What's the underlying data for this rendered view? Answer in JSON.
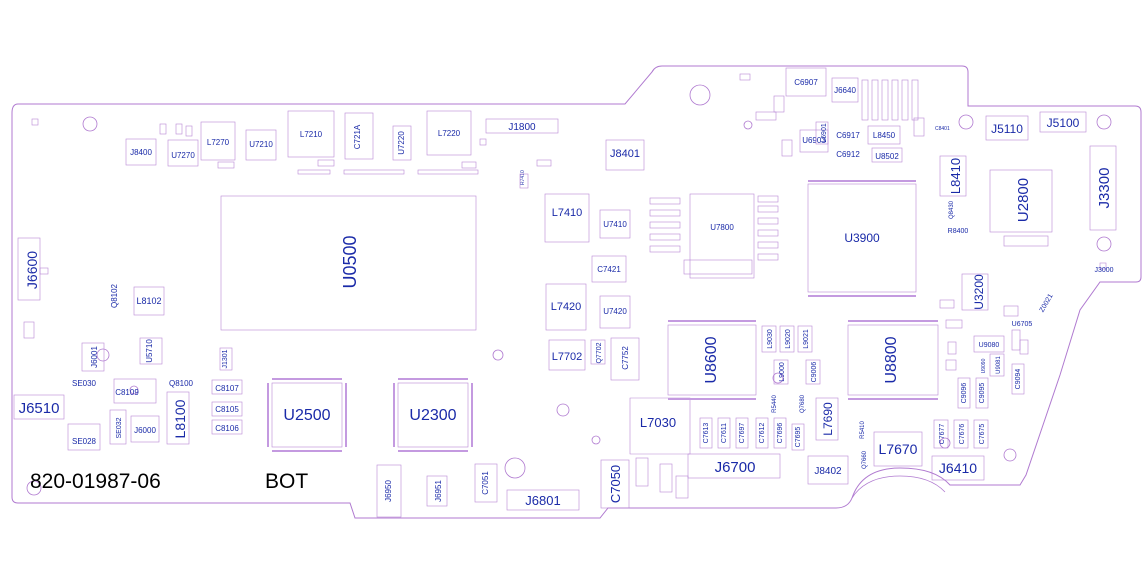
{
  "board_part_number": "820-01987-06",
  "board_side": "BOT",
  "components": {
    "J6600": "J6600",
    "L8102": "L8102",
    "Q8102": "Q8102",
    "J6001": "J6001",
    "U5710": "U5710",
    "SE030": "SE030",
    "C8109": "C8109",
    "Q8100": "Q8100",
    "J1301": "J1301",
    "J6510": "J6510",
    "SE032": "SE032",
    "J6000": "J6000",
    "L8100": "L8100",
    "C8107": "C8107",
    "C8105": "C8105",
    "C8106": "C8106",
    "SE028": "SE028",
    "J8400": "J8400",
    "U7270": "U7270",
    "L7270": "L7270",
    "U7210": "U7210",
    "L7210": "L7210",
    "C721A": "C721A",
    "U7220": "U7220",
    "L7220": "L7220",
    "J1800": "J1800",
    "J8401": "J8401",
    "U0500": "U0500",
    "U2500": "U2500",
    "U2300": "U2300",
    "J6950": "J6950",
    "J6951": "J6951",
    "C7051": "C7051",
    "J6801": "J6801",
    "L7410": "L7410",
    "U7410": "U7410",
    "C7421": "C7421",
    "L7420": "L7420",
    "U7420": "U7420",
    "L7702": "L7702",
    "Q7702": "Q7702",
    "C7752": "C7752",
    "C7050": "C7050",
    "L7030": "L7030",
    "J6700": "J6700",
    "U7800": "U7800",
    "U8600": "U8600",
    "C7613": "C7613",
    "C7611": "C7611",
    "C7697": "C7697",
    "C7612": "C7612",
    "C7696": "C7696",
    "C7695": "C7695",
    "R5440": "R5440",
    "Q7680": "Q7680",
    "L7690": "L7690",
    "L9030": "L9030",
    "L9020": "L9020",
    "L9021": "L9021",
    "L9000": "L9000",
    "C9006": "C9006",
    "C6907": "C6907",
    "J6640": "J6640",
    "U6903": "U6903",
    "L6901": "L6901",
    "C6917": "C6917",
    "L8450": "L8450",
    "C6912": "C6912",
    "U8502": "U8502",
    "U3900": "U3900",
    "U8800": "U8800",
    "R5410": "R5410",
    "Q7660": "Q7660",
    "L7670": "L7670",
    "J8402": "J8402",
    "J5110": "J5110",
    "J5100": "J5100",
    "L8410": "L8410",
    "U2800": "U2800",
    "J3300": "J3300",
    "Q8430": "Q8430",
    "R8400": "R8400",
    "U3200": "U3200",
    "J3000": "J3000",
    "U6705": "U6705",
    "U9080": "U9080",
    "C9096": "C9096",
    "C9095": "C9095",
    "U9081": "U9081",
    "C9094": "C9094",
    "C7677": "C7677",
    "C7676": "C7676",
    "C7675": "C7675",
    "J6410": "J6410",
    "Z0021": "Z0021",
    "U9090": "U9090",
    "R7410": "R7410",
    "C8401": "C8401"
  }
}
